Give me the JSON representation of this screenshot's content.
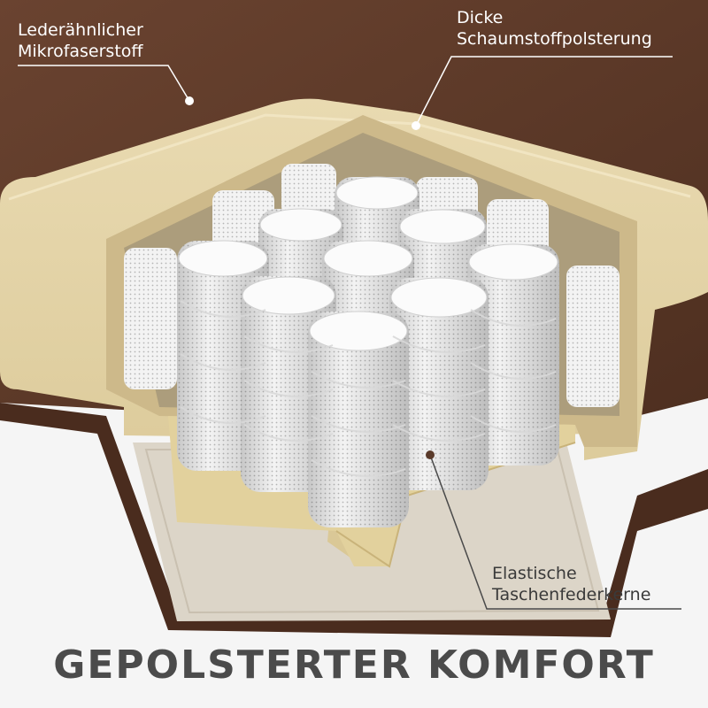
{
  "callouts": {
    "top_left": {
      "line1": "Lederähnlicher",
      "line2": "Mikrofaserstoff"
    },
    "top_right": {
      "line1": "Dicke",
      "line2": "Schaumstoffpolsterung"
    },
    "bottom_right": {
      "line1": "Elastische",
      "line2": "Taschenfederkerne"
    }
  },
  "headline": "GEPOLSTERTER KOMFORT",
  "colors": {
    "upholstery_brown": "#5c3a28",
    "foam_beige": "#e3d3a6",
    "spring_white": "#f2f2f2",
    "background": "#f4f4f4",
    "headline_text": "#4b4b4b"
  }
}
